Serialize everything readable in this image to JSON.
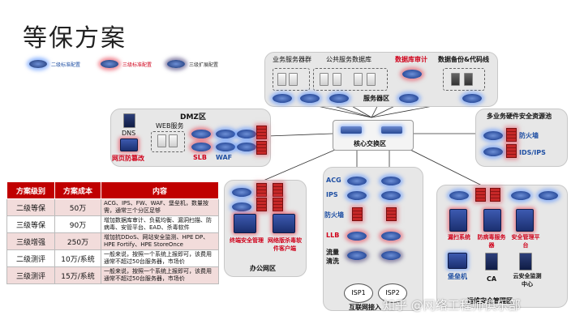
{
  "title": "等保方案",
  "legend": [
    {
      "label": "二级标准配置",
      "glow": "#4f8cff"
    },
    {
      "label": "三级标准配置",
      "glow": "#e63c50"
    },
    {
      "label": "三级扩展配置",
      "glow": "#463c78"
    }
  ],
  "server_zone": {
    "label": "服务器区",
    "groups": [
      "业务服务器群",
      "公共服务数据库",
      "数据库审计",
      "数据备份&代码线"
    ]
  },
  "dmz": {
    "label": "DMZ区",
    "dns": "DNS",
    "web": "WEB服务",
    "anti_tamper": "网页防篡改",
    "slb": "SLB",
    "waf": "WAF"
  },
  "core": {
    "label": "核心交换区"
  },
  "security_pool": {
    "label": "多业务硬件安全资源池",
    "firewall": "防火墙",
    "ids": "IDS/IPS"
  },
  "internet_zone": {
    "label": "互联网接入",
    "acg": "ACG",
    "ips": "IPS",
    "firewall": "防火墙",
    "llb": "LLB",
    "flow": "流量清洗",
    "isp1": "ISP1",
    "isp2": "ISP2"
  },
  "office_zone": {
    "label": "办公网区",
    "terminal": "终端安全管理",
    "antivirus": "网络版杀毒软件客户端"
  },
  "mgmt_zone": {
    "label": "运维安全管理区",
    "scan": "漏扫系统",
    "antivirus_server": "防病毒服务器",
    "security_platform": "安全管理平台",
    "bastion": "堡垒机",
    "ca": "CA",
    "cloud_monitor": "云安全监测中心"
  },
  "table": {
    "headers": [
      "方案级别",
      "方案成本",
      "内容"
    ],
    "rows": [
      {
        "level": "二级等保",
        "cost": "50万",
        "content": "ACG、IPS、FW、WAF、堡垒机，数量按需，通常三个分区足够"
      },
      {
        "level": "三级等保",
        "cost": "90万",
        "content": "增加数据库审计、负载均衡、漏洞扫描、防病毒、安管平台、EAD、杀毒软件"
      },
      {
        "level": "三级增强",
        "cost": "250万",
        "content": "增加抗DDoS、网站安全监测、HPE DP、HPE Fortify、HPE StoreOnce"
      },
      {
        "level": "二级测评",
        "cost": "10万/系统",
        "content": "一般来说，按照一个系统上报即可，该费用通常不超过50台服务器，市场价"
      },
      {
        "level": "三级测评",
        "cost": "15万/系统",
        "content": "一般来说，按照一个系统上报即可，该费用通常不超过50台服务器，市场价"
      }
    ]
  },
  "watermark": "知乎 @网络工程师俱乐部"
}
